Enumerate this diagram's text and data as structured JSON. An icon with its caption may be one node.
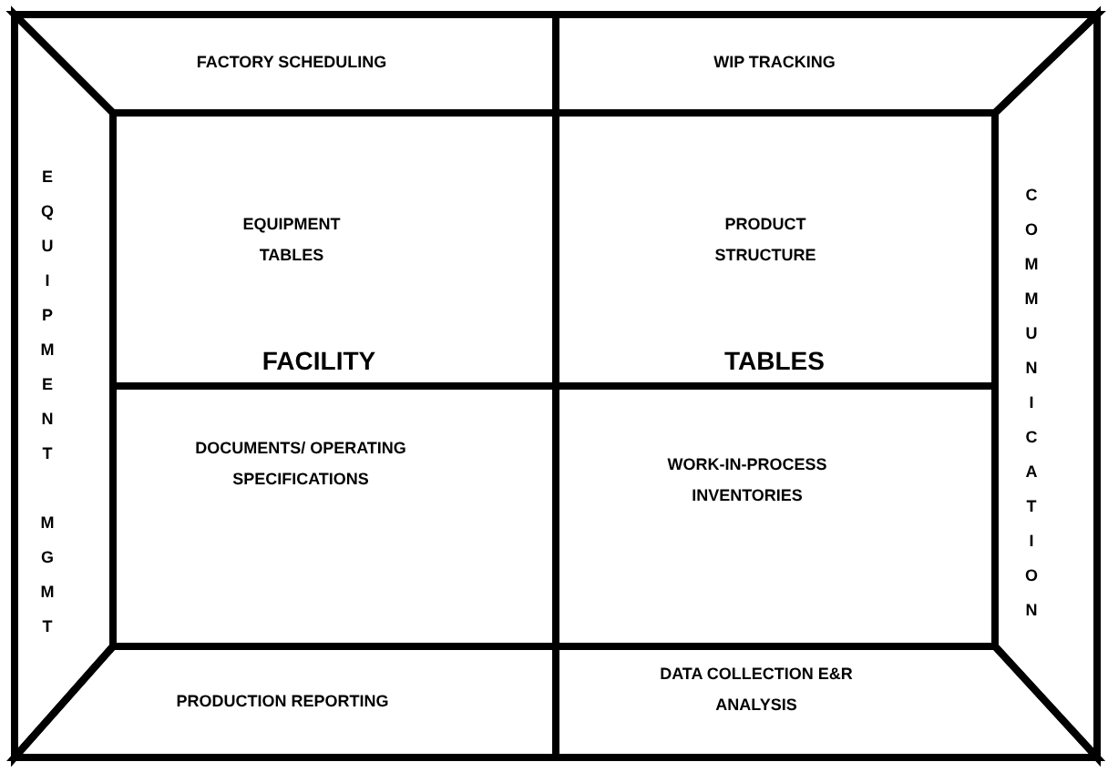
{
  "diagram": {
    "nodes": [
      {
        "text": [
          "FACTORY SCHEDULING"
        ]
      },
      {
        "text": [
          "WIP TRACKING"
        ]
      },
      {
        "text": [
          "EQUIPMENT MGMT"
        ]
      },
      {
        "text": [
          "EQUIPMENT TABLES",
          "FACILITY"
        ]
      },
      {
        "text": [
          "PRODUCT STRUCTURE",
          "TABLES"
        ]
      },
      {
        "text": [
          "COMMUNICATION"
        ]
      },
      {
        "text": [
          "DOCUMENTS/ OPERATING SPECIFICATIONS"
        ]
      },
      {
        "text": [
          "WORK-IN-PROCESS INVENTORIES"
        ]
      },
      {
        "text": [
          "PRODUCTION REPORTING"
        ]
      },
      {
        "text": [
          "DATA COLLECTION E&R ANALYSIS"
        ]
      }
    ],
    "edges": []
  }
}
